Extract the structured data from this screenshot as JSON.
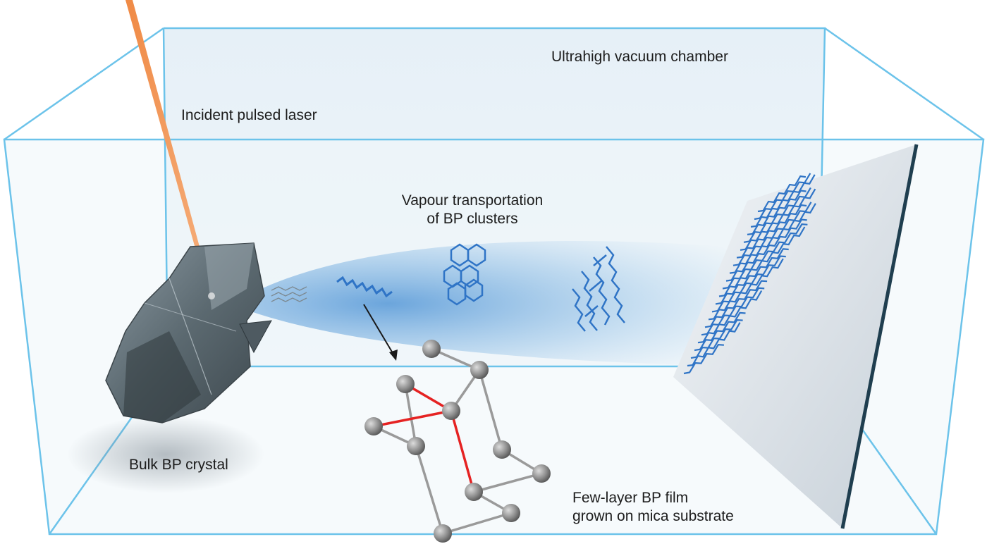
{
  "labels": {
    "chamber": "Ultrahigh vacuum chamber",
    "laser": "Incident pulsed laser",
    "vapour_line1": "Vapour transportation",
    "vapour_line2": "of BP clusters",
    "crystal": "Bulk BP crystal",
    "film_line1": "Few-layer BP film",
    "film_line2": "grown on mica substrate"
  },
  "colors": {
    "chamber_edge": "#6cc3ea",
    "laser": "#ef8d4a",
    "plume": "#4a93d6",
    "lattice": "#2f74c6",
    "bond_highlight": "#e52222",
    "atom": "#8c8c8c",
    "crystal": "#5d6b73"
  }
}
